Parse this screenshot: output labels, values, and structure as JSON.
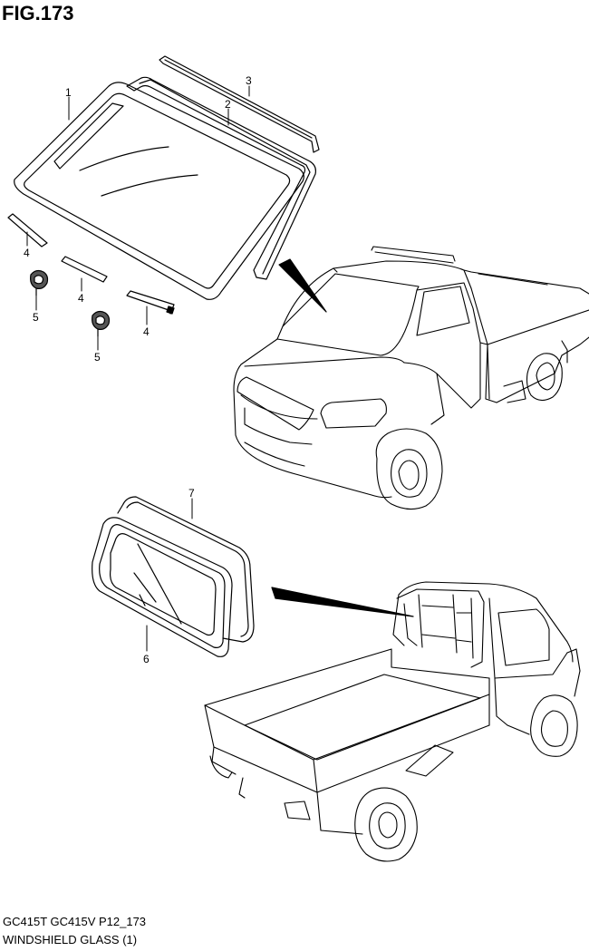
{
  "figure": {
    "title": "FIG.173"
  },
  "callouts": [
    {
      "id": "c1",
      "label": "1"
    },
    {
      "id": "c2",
      "label": "2"
    },
    {
      "id": "c3",
      "label": "3"
    },
    {
      "id": "c4a",
      "label": "4"
    },
    {
      "id": "c4b",
      "label": "4"
    },
    {
      "id": "c4c",
      "label": "4"
    },
    {
      "id": "c5a",
      "label": "5"
    },
    {
      "id": "c5b",
      "label": "5"
    },
    {
      "id": "c6",
      "label": "6"
    },
    {
      "id": "c7",
      "label": "7"
    }
  ],
  "footer": {
    "model_line": "GC415T GC415V P12_173",
    "caption": "WINDSHIELD GLASS (1)"
  }
}
